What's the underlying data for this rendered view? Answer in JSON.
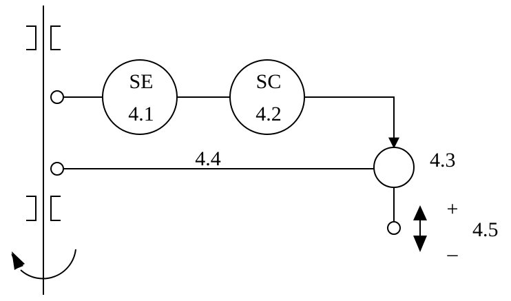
{
  "diagram": {
    "sensor": {
      "top": "SE",
      "bottom": "4.1"
    },
    "controller": {
      "top": "SC",
      "bottom": "4.2"
    },
    "actuator_label": "4.3",
    "feedback_line_label": "4.4",
    "adjust_label": "4.5",
    "plus_sign": "+",
    "minus_sign": "–",
    "colors": {
      "line": "#000000",
      "background": "#ffffff"
    }
  }
}
